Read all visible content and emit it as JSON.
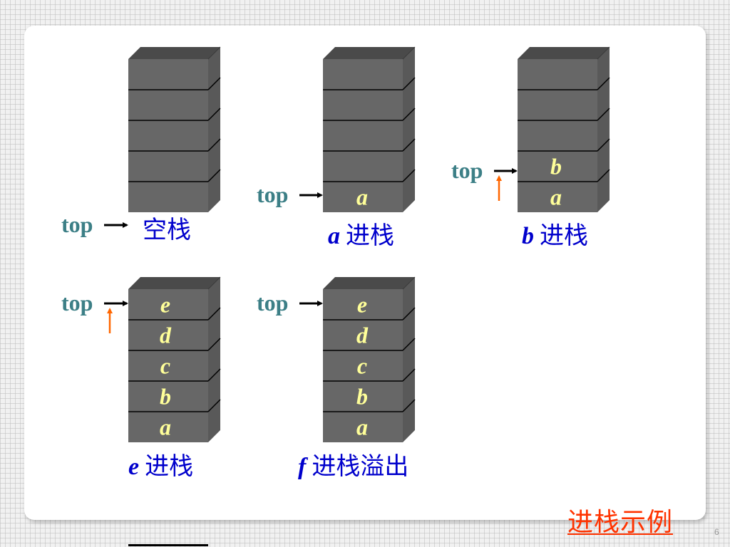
{
  "slide": {
    "title": "进栈示例",
    "page_number": "6"
  },
  "pointer_label": "top",
  "colors": {
    "stack_front": "#676767",
    "stack_top": "#4a4a4a",
    "stack_side": "#595959",
    "element_text": "#ffff99",
    "pointer_text": "#3c7f86",
    "caption": "#0000cc",
    "arrow": "#000000",
    "move_arrow": "#ff6600",
    "title": "#ff3300"
  },
  "stacks": [
    {
      "id": "empty",
      "caption_var": "",
      "caption_text": "空栈",
      "items": [],
      "moved_indicator": false
    },
    {
      "id": "push-a",
      "caption_var": "a",
      "caption_text": "进栈",
      "items": [
        "a"
      ],
      "moved_indicator": false
    },
    {
      "id": "push-b",
      "caption_var": "b",
      "caption_text": "进栈",
      "items": [
        "a",
        "b"
      ],
      "moved_indicator": true
    },
    {
      "id": "push-e",
      "caption_var": "e",
      "caption_text": "进栈",
      "items": [
        "a",
        "b",
        "c",
        "d",
        "e"
      ],
      "moved_indicator": true
    },
    {
      "id": "push-f-overflow",
      "caption_var": "f",
      "caption_text": "进栈溢出",
      "items": [
        "a",
        "b",
        "c",
        "d",
        "e"
      ],
      "moved_indicator": false
    }
  ]
}
